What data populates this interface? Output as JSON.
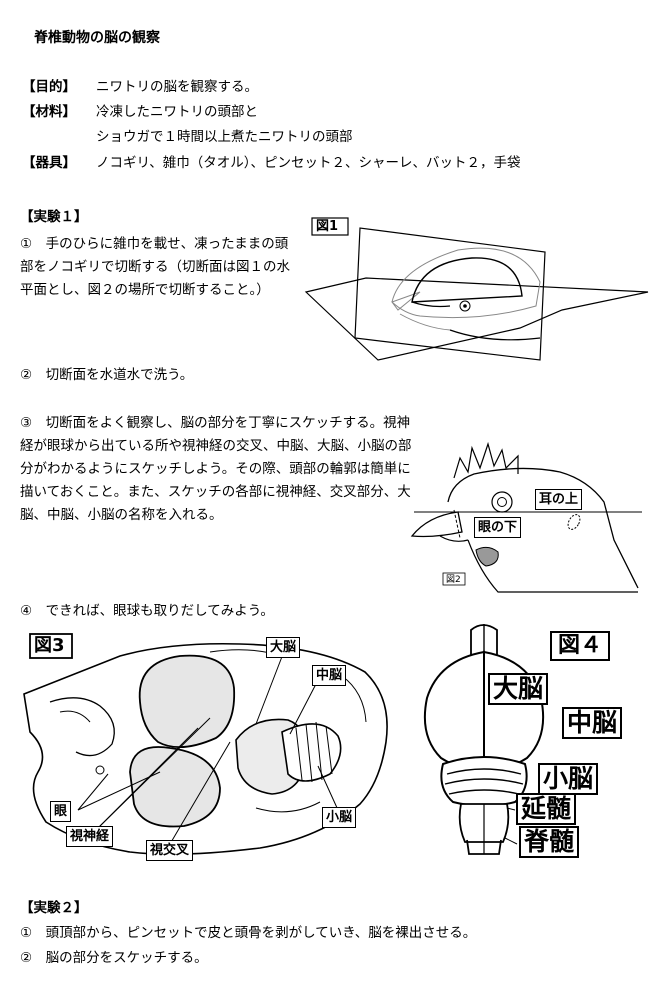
{
  "title": "脊椎動物の脳の観察",
  "info": {
    "purpose_label": "【目的】",
    "purpose": "ニワトリの脳を観察する。",
    "materials_label": "【材料】",
    "materials_1": "冷凍したニワトリの頭部と",
    "materials_2": "ショウガで１時間以上煮たニワトリの頭部",
    "tools_label": "【器具】",
    "tools": "ノコギリ、雑巾（タオル）、ピンセット２、シャーレ、バット２，手袋"
  },
  "exp1": {
    "heading": "【実験１】",
    "step1": "①　手のひらに雑巾を載せ、凍ったままの頭部をノコギリで切断する（切断面は図１の水平面とし、図２の場所で切断すること。）",
    "step2": "②　切断面を水道水で洗う。",
    "step3": "③　切断面をよく観察し、脳の部分を丁寧にスケッチする。視神経が眼球から出ている所や視神経の交叉、中脳、大脳、小脳の部分がわかるようにスケッチしよう。その際、頭部の輪郭は簡単に描いておくこと。また、スケッチの各部に視神経、交叉部分、大脳、中脳、小脳の名称を入れる。",
    "step4": "④　できれば、眼球も取りだしてみよう。"
  },
  "fig1": {
    "label": "図1"
  },
  "fig2": {
    "label": "図2",
    "ear": "耳の上",
    "eye": "眼の下"
  },
  "fig3": {
    "label": "図3",
    "cerebrum": "大脳",
    "midbrain": "中脳",
    "eye": "眼",
    "optic_nerve": "視神経",
    "chiasm": "視交叉",
    "cerebellum": "小脳"
  },
  "fig4": {
    "label": "図４",
    "cerebrum": "大脳",
    "midbrain": "中脳",
    "cerebellum": "小脳",
    "medulla": "延髄",
    "spinal": "脊髄"
  },
  "exp2": {
    "heading": "【実験２】",
    "step1": "①　頭頂部から、ピンセットで皮と頭骨を剥がしていき、脳を裸出させる。",
    "step2": "②　脳の部分をスケッチする。"
  }
}
